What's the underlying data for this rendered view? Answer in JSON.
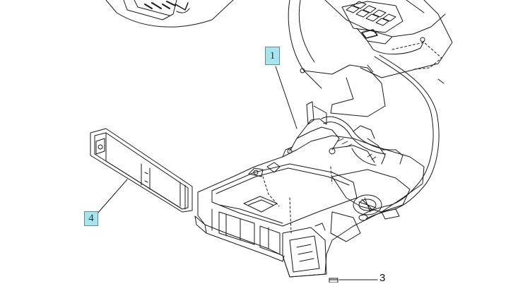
{
  "callouts": [
    {
      "id": "1",
      "label": "1",
      "style": "boxed"
    },
    {
      "id": "4",
      "label": "4",
      "style": "boxed"
    },
    {
      "id": "3",
      "label": "3",
      "style": "plain"
    }
  ],
  "colors": {
    "callout_fill": "#a8e4ee",
    "line": "#1a1a1a",
    "background": "#ffffff"
  }
}
